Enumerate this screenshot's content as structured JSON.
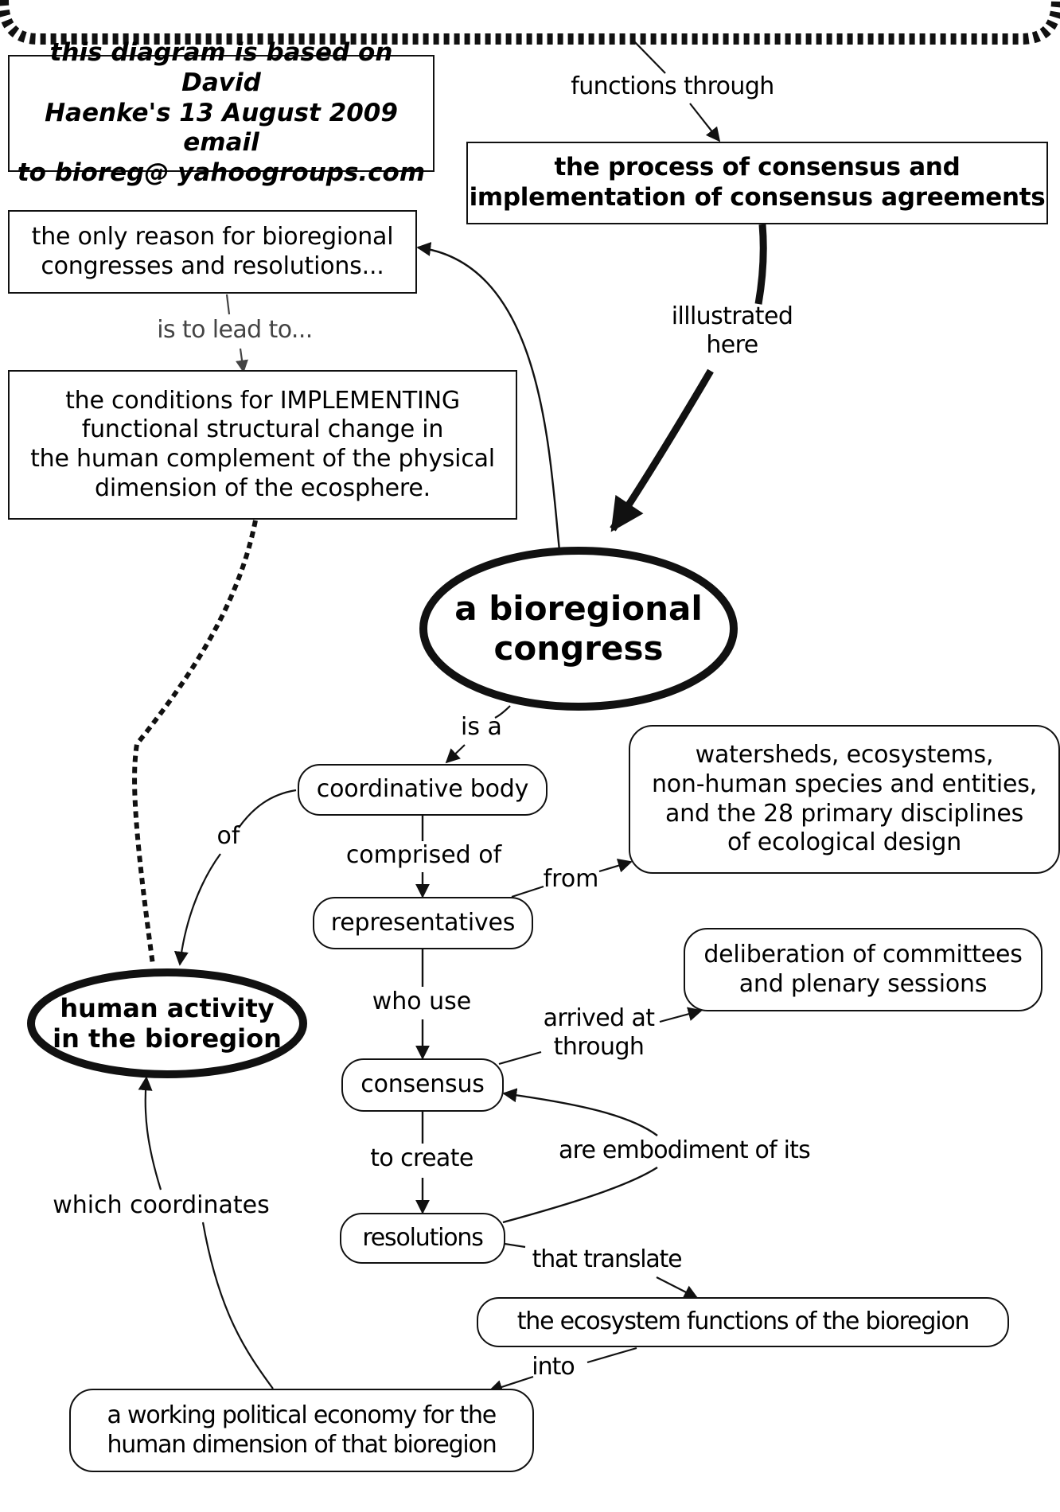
{
  "attribution": {
    "text": "this diagram is based on David\nHaenke's  13 August 2009 email\nto bioreg@ yahoogroups.com"
  },
  "nodes": {
    "process": "the process of consensus and\nimplementation of consensus agreements",
    "only_reason": "the only reason for bioregional\ncongresses and resolutions...",
    "conditions": "the conditions for IMPLEMENTING\nfunctional structural change in\nthe human complement of the physical\ndimension of the ecosphere.",
    "congress": "a bioregional\ncongress",
    "coordinative_body": "coordinative body",
    "watersheds": "watersheds, ecosystems,\nnon-human species and entities,\nand the 28 primary disciplines\nof ecological design",
    "representatives": "representatives",
    "deliberation": "deliberation of committees\nand plenary sessions",
    "human_activity": "human activity\nin the bioregion",
    "consensus": "consensus",
    "resolutions": "resolutions",
    "ecosystem_functions": "the ecosystem functions of the bioregion",
    "political_economy": "a working political economy for  the\nhuman dimension of that bioregion"
  },
  "links": {
    "functions_through": "functions through",
    "illustrated_here": "illlustrated\nhere",
    "is_to_lead_to": "is to lead to...",
    "is_a": "is a",
    "of": "of",
    "comprised_of": "comprised of",
    "from": "from",
    "who_use": "who use",
    "arrived_at_through": "arrived at\nthrough",
    "to_create": "to create",
    "are_embodiment_of_its": "are embodiment of its",
    "which_coordinates": "which coordinates",
    "that_translate": "that translate",
    "into": "into"
  }
}
